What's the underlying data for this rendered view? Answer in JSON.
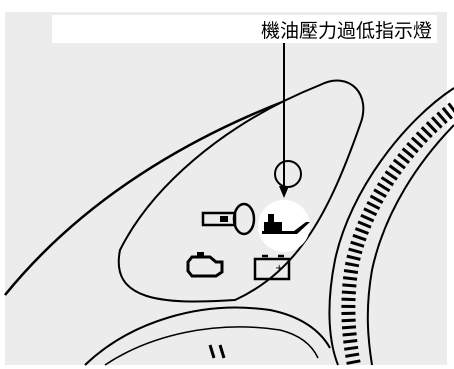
{
  "callout": {
    "label": "機油壓力過低指示燈"
  },
  "icons": [
    "dashboard-panel",
    "round-indicator-icon",
    "key-icon",
    "oil-can-icon",
    "check-engine-icon",
    "battery-icon",
    "tachometer-dial"
  ],
  "colors": {
    "panel": "#ececec",
    "highlight": "#ffffff",
    "ink": "#000000"
  }
}
